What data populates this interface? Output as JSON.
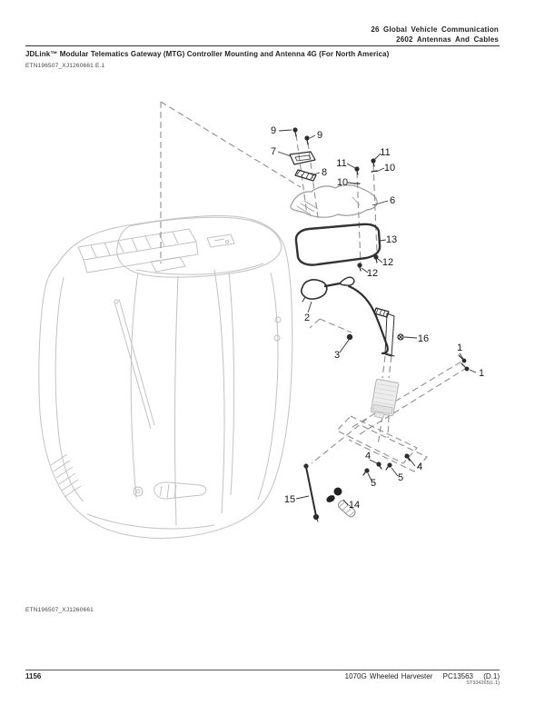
{
  "header": {
    "section_line1": "26 Global Vehicle Communication",
    "section_line2": "2602 Antennas And Cables",
    "title": "JDLink™ Modular Telematics Gateway (MTG) Controller Mounting and Antenna 4G (For North America)",
    "doc_ref": "ETN196507_XJ1260661 E.1"
  },
  "diagram": {
    "figure_ref": "ETN196507_XJ1260661",
    "callouts": [
      {
        "n": "9"
      },
      {
        "n": "9"
      },
      {
        "n": "7"
      },
      {
        "n": "8"
      },
      {
        "n": "11"
      },
      {
        "n": "11"
      },
      {
        "n": "10"
      },
      {
        "n": "10"
      },
      {
        "n": "6"
      },
      {
        "n": "13"
      },
      {
        "n": "12"
      },
      {
        "n": "12"
      },
      {
        "n": "2"
      },
      {
        "n": "3"
      },
      {
        "n": "16"
      },
      {
        "n": "1"
      },
      {
        "n": "1"
      },
      {
        "n": "4"
      },
      {
        "n": "4"
      },
      {
        "n": "5"
      },
      {
        "n": "5"
      },
      {
        "n": "14"
      },
      {
        "n": "15"
      }
    ]
  },
  "footer": {
    "page_number": "1156",
    "model": "1070G Wheeled Harvester",
    "catalog": "PC13563",
    "revision": "(D.1)",
    "sub_ref": "ST934265(L.1)"
  }
}
